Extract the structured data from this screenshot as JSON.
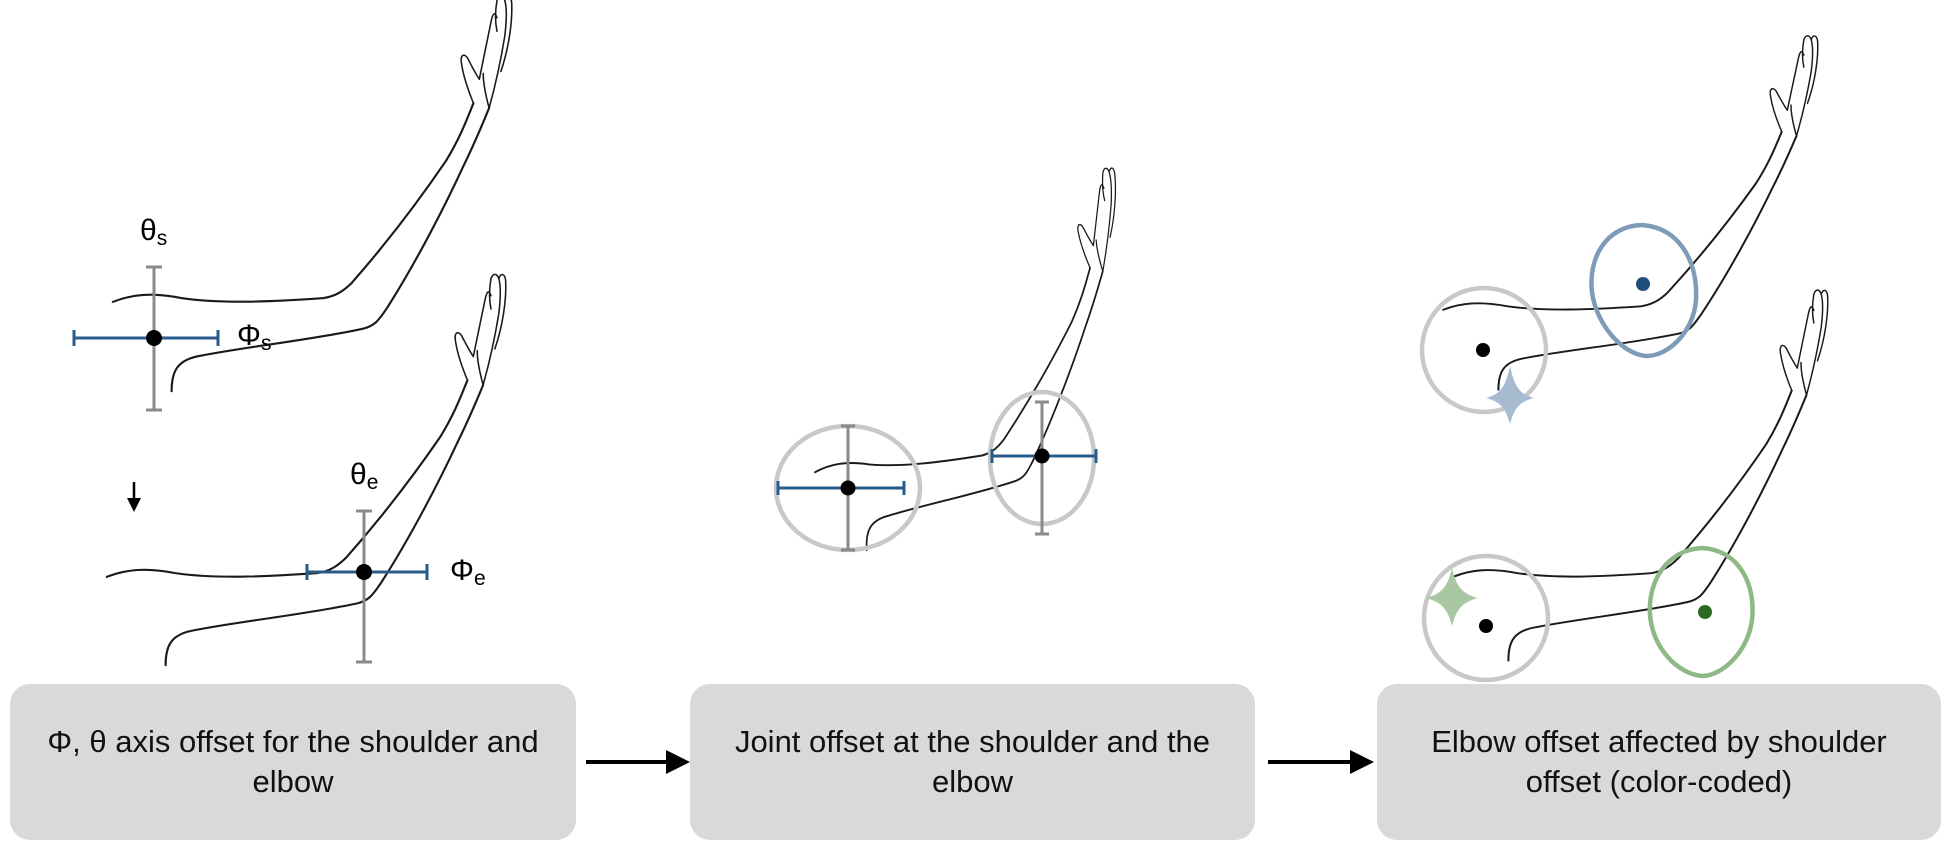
{
  "panels": [
    {
      "id": "axis-offset",
      "labels": {
        "theta_shoulder": {
          "main": "θ",
          "sub": "s"
        },
        "phi_shoulder": {
          "main": "Φ",
          "sub": "s"
        },
        "theta_elbow": {
          "main": "θ",
          "sub": "e"
        },
        "phi_elbow": {
          "main": "Φ",
          "sub": "e"
        }
      },
      "caption": "Φ, θ axis offset for the shoulder and elbow"
    },
    {
      "id": "joint-offset",
      "caption": "Joint offset at the shoulder and the elbow"
    },
    {
      "id": "color-coded",
      "caption": "Elbow offset affected by shoulder offset (color-coded)"
    }
  ],
  "colors": {
    "phi_axis": "#2b5b8a",
    "theta_axis": "#8a8a8a",
    "joint_dot": "#000000",
    "neutral_circle": "#c8c8c8",
    "blue_circle": "#7f9bb8",
    "blue_marker": "#a6bad0",
    "blue_dot": "#1f4e7a",
    "green_circle": "#8fb887",
    "green_marker": "#a9c7a2",
    "green_dot": "#2e6b22",
    "caption_box": "#d9d9d9",
    "arrow": "#000000"
  },
  "icons": {
    "down_arrow": "down-arrow-icon",
    "flow_arrow": "right-arrow-icon"
  }
}
